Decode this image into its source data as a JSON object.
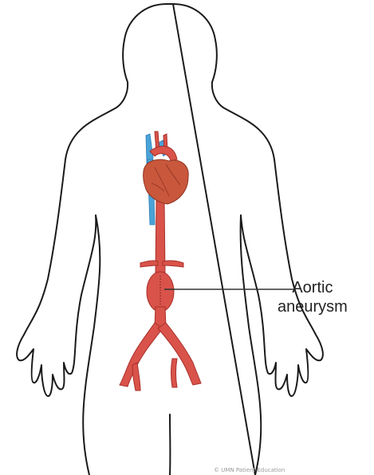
{
  "callout": {
    "line1": "Aortic",
    "line2": "aneurysm"
  },
  "credit": "© UMN Patient Education",
  "colors": {
    "outline": "#1a1a1a",
    "artery": "#d9534a",
    "artery_dark": "#a8302a",
    "heart": "#c9573c",
    "vein": "#4aa3d8",
    "leader_line": "#333333"
  }
}
